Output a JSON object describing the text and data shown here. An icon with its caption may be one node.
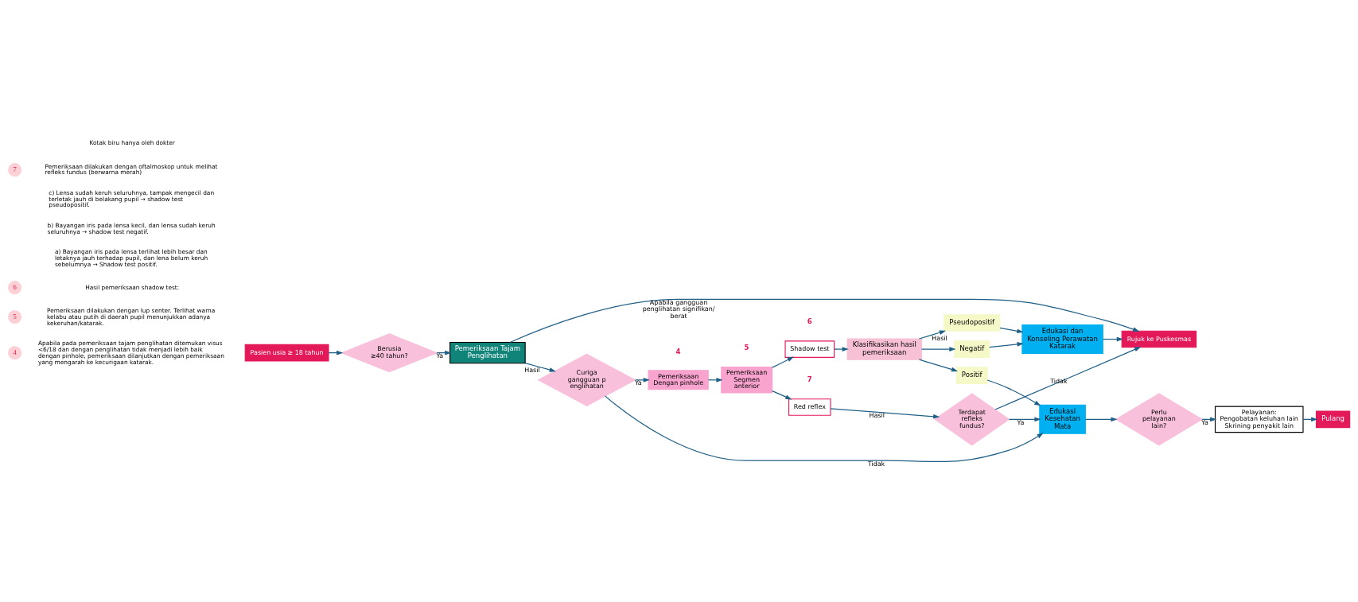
{
  "diagram": {
    "nodes": [
      {
        "text": [
          "Pasien usia ≥ 18 tahun"
        ]
      },
      {
        "text": [
          "Berusia ≥40 tahun?"
        ]
      },
      {
        "text": [
          "Pemeriksaan Tajam Penglihatan"
        ]
      },
      {
        "text": [
          "Rujuk ke Puskesmas"
        ]
      },
      {
        "text": [
          "Curiga gangguan penglihatan"
        ]
      },
      {
        "text": [
          "Pemeriksaan Dengan pinhole"
        ],
        "beside": [
          "4"
        ]
      },
      {
        "text": [
          "Pemeriksaan Segmen anterior"
        ],
        "beside": [
          "5"
        ]
      },
      {
        "text": [
          "Shadow test"
        ],
        "beside": [
          "6"
        ]
      },
      {
        "text": [
          "Red reflex"
        ],
        "beside": [
          "7"
        ]
      },
      {
        "text": [
          "Klasifikasikan hasil pemeriksaan"
        ]
      },
      {
        "text": [
          "Positif"
        ]
      },
      {
        "text": [
          "Pseudopositif"
        ]
      },
      {
        "text": [
          "Negatif"
        ]
      },
      {
        "text": [
          "Terdapat refleks fundus?"
        ]
      },
      {
        "text": [
          "Edukasi Kesehatan Mata"
        ]
      },
      {
        "text": [
          "Edukasi dan Konseling Perawatan Katarak"
        ]
      },
      {
        "text": [
          "Perlu pelayanan lain?"
        ]
      },
      {
        "text": [
          "Pelayanan:",
          "Pengobatan keluhan lain",
          "Skrining penyakit lain"
        ]
      },
      {
        "text": [
          "Pulang"
        ]
      }
    ],
    "edges": [
      {
        "from": 0,
        "to": 1,
        "arrow": "to"
      },
      {
        "from": 1,
        "to": 2,
        "arrow": "to",
        "label": "Ya"
      },
      {
        "from": 2,
        "to": 3,
        "arrow": "to",
        "label": "Apabila gangguan penglihatan signifikan/ berat"
      },
      {
        "from": 2,
        "to": 4,
        "arrow": "to",
        "label": "Hasil"
      },
      {
        "from": 4,
        "to": 5,
        "arrow": "to",
        "label": "Ya"
      },
      {
        "from": 4,
        "to": 14,
        "arrow": "to",
        "label": "Tidak"
      },
      {
        "from": 5,
        "to": 6,
        "arrow": "to"
      },
      {
        "from": 6,
        "to": 7,
        "arrow": "to"
      },
      {
        "from": 6,
        "to": 8,
        "arrow": "to"
      },
      {
        "from": 7,
        "to": 9,
        "arrow": "to"
      },
      {
        "from": 8,
        "to": 13,
        "arrow": "to",
        "label": "Hasil"
      },
      {
        "from": 9,
        "to": 10,
        "arrow": "to"
      },
      {
        "from": 9,
        "to": 11,
        "arrow": "to",
        "label": "Hasil"
      },
      {
        "from": 9,
        "to": 12,
        "arrow": "to"
      },
      {
        "from": 10,
        "to": 14,
        "arrow": "to"
      },
      {
        "from": 13,
        "to": 14,
        "arrow": "to",
        "label": "Ya"
      },
      {
        "from": 11,
        "to": 15,
        "arrow": "to"
      },
      {
        "from": 12,
        "to": 15,
        "arrow": "to"
      },
      {
        "from": 13,
        "to": 3,
        "arrow": "to",
        "label": "Tidak"
      },
      {
        "from": 15,
        "to": 3,
        "arrow": "to"
      },
      {
        "from": 14,
        "to": 16,
        "arrow": "to"
      },
      {
        "from": 16,
        "to": 17,
        "arrow": "to",
        "label": "Ya"
      },
      {
        "from": 17,
        "to": 18,
        "arrow": "to"
      }
    ],
    "labels": [
      "4",
      "Apabila pada pemeriksaan tajam penglihatan ditemukan visus <6/18 dan dengan penglihatan tidak menjadi lebih baik dengan pinhole, pemeriksaan dilanjutkan dengan pemeriksaan yang mengarah ke kecurigaan katarak.",
      "5",
      "Pemeriksaan dilakukan dengan lup senter. Terlihat warna kelabu atau putih di daerah pupil menunjukkan adanya kekeruhan/katarak.",
      "6",
      "Hasil pemeriksaan shadow test:",
      "a) Bayangan iris pada lensa terlihat lebih besar dan letaknya jauh terhadap pupil, dan lena belum keruh sebelumnya → Shadow test positif.",
      "b) Bayangan iris pada lensa kecil, dan lensa sudah keruh seluruhnya → shadow test negatif.",
      "c) Lensa sudah keruh seluruhnya, tampak mengecil dan terletak jauh di belakang pupil → shadow test pseudopositif.",
      "7",
      "Pemeriksaan dilakukan dengan oftalmoskop untuk melihat refleks fundus (berwarna merah)",
      "Kotak biru hanya oleh dokter"
    ]
  }
}
